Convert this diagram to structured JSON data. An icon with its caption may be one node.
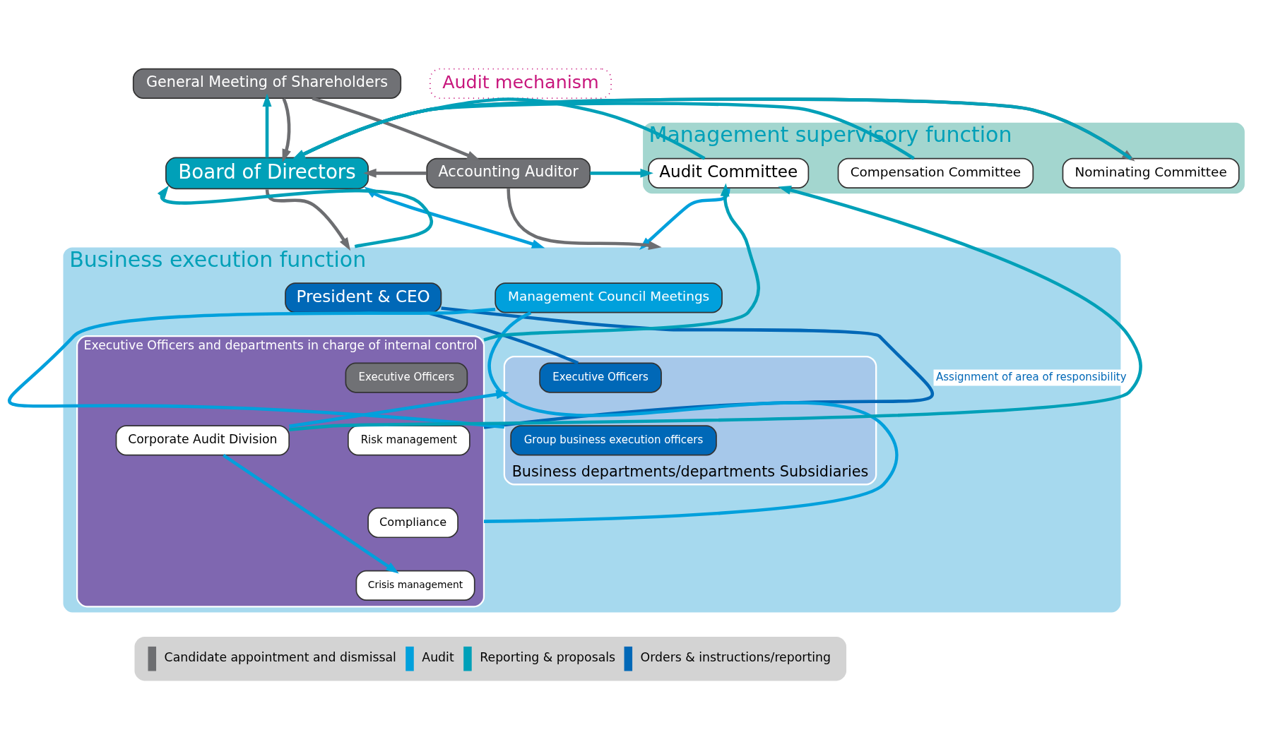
{
  "diagram": {
    "nodes": [
      {
        "text": [
          "Management supervisory function"
        ]
      },
      {
        "text": [
          "Business execution function"
        ]
      },
      {
        "text": [
          "General Meeting of Shareholders"
        ]
      },
      {
        "text": [
          "Board of Directors"
        ]
      },
      {
        "text": [
          "Nominating Committee"
        ],
        "in": 0
      },
      {
        "text": [
          "Compensation Committee"
        ],
        "in": 0
      },
      {
        "text": [
          "Audit Committee"
        ],
        "in": 0
      },
      {
        "text": [
          "Accounting Auditor"
        ]
      },
      {
        "text": [
          "Management Council Meetings"
        ],
        "in": 1
      },
      {
        "text": [
          "President & CEO"
        ],
        "in": 1
      },
      {
        "text": [
          "Business departments/departments Subsidiaries"
        ],
        "in": 1
      },
      {
        "text": [
          "Executive Officers"
        ],
        "in": 10
      },
      {
        "text": [
          "Group business execution officers"
        ],
        "in": 10
      },
      {
        "text": [
          "Executive Officers and departments in charge of internal control"
        ],
        "in": 1
      },
      {
        "text": [
          "Executive Officers"
        ],
        "in": 13
      },
      {
        "text": [
          "Risk management"
        ],
        "in": 13
      },
      {
        "text": [
          "Compliance"
        ],
        "in": 13
      },
      {
        "text": [
          "Crisis management"
        ],
        "in": 13
      },
      {
        "text": [
          "Corporate Audit Division"
        ],
        "in": 13
      },
      {
        "text": [
          "Audit mechanism"
        ]
      }
    ],
    "edges": [
      {
        "from": 3,
        "to": 2,
        "arrow": "to"
      },
      {
        "from": 2,
        "to": 3,
        "arrow": "to",
        "color": "#6d6e71"
      },
      {
        "from": 2,
        "to": 7,
        "arrow": "to",
        "color": "#6d6e71"
      },
      {
        "from": 7,
        "to": 3,
        "arrow": "to",
        "color": "#6d6e71"
      },
      {
        "from": 3,
        "to": 4,
        "arrow": "to",
        "color": "#6d6e71"
      },
      {
        "from": 4,
        "to": 3,
        "arrow": "to"
      },
      {
        "from": 5,
        "to": 3,
        "arrow": "to"
      },
      {
        "from": 6,
        "to": 3,
        "arrow": "to"
      },
      {
        "from": 7,
        "to": 6,
        "arrow": "to"
      },
      {
        "from": 3,
        "to": 1,
        "arrow": "to",
        "color": "#6d6e71"
      },
      {
        "from": 3,
        "to": 1,
        "arrow": "both",
        "color": "#00a0dc"
      },
      {
        "from": 6,
        "to": 1,
        "arrow": "to",
        "color": "#00a0dc"
      },
      {
        "from": 1,
        "to": 3,
        "arrow": "to"
      },
      {
        "from": 13,
        "to": 6,
        "arrow": "to"
      },
      {
        "from": 18,
        "to": 6,
        "arrow": "to"
      },
      {
        "from": 7,
        "to": 1,
        "arrow": "to",
        "color": "#6d6e71"
      },
      {
        "from": 18,
        "to": 10,
        "arrow": "to",
        "color": "#00a0dc"
      },
      {
        "from": 18,
        "to": 17,
        "arrow": "to",
        "color": "#00a0dc"
      },
      {
        "from": 9,
        "to": 11,
        "arrow": "none",
        "color": "#0068b7"
      },
      {
        "from": 9,
        "to": 13,
        "arrow": "none",
        "color": "#0068b7",
        "label": "Assignment of area of responsibility"
      },
      {
        "from": 8,
        "to": 10,
        "arrow": "none",
        "color": "#00a0dc"
      },
      {
        "from": 8,
        "to": 13,
        "arrow": "none",
        "color": "#00a0dc"
      }
    ],
    "legend": [
      {
        "text": "Candidate appointment and dismissal"
      },
      {
        "text": "Audit"
      },
      {
        "text": "Reporting & proposals"
      },
      {
        "text": "Orders & instructions/reporting"
      }
    ]
  }
}
